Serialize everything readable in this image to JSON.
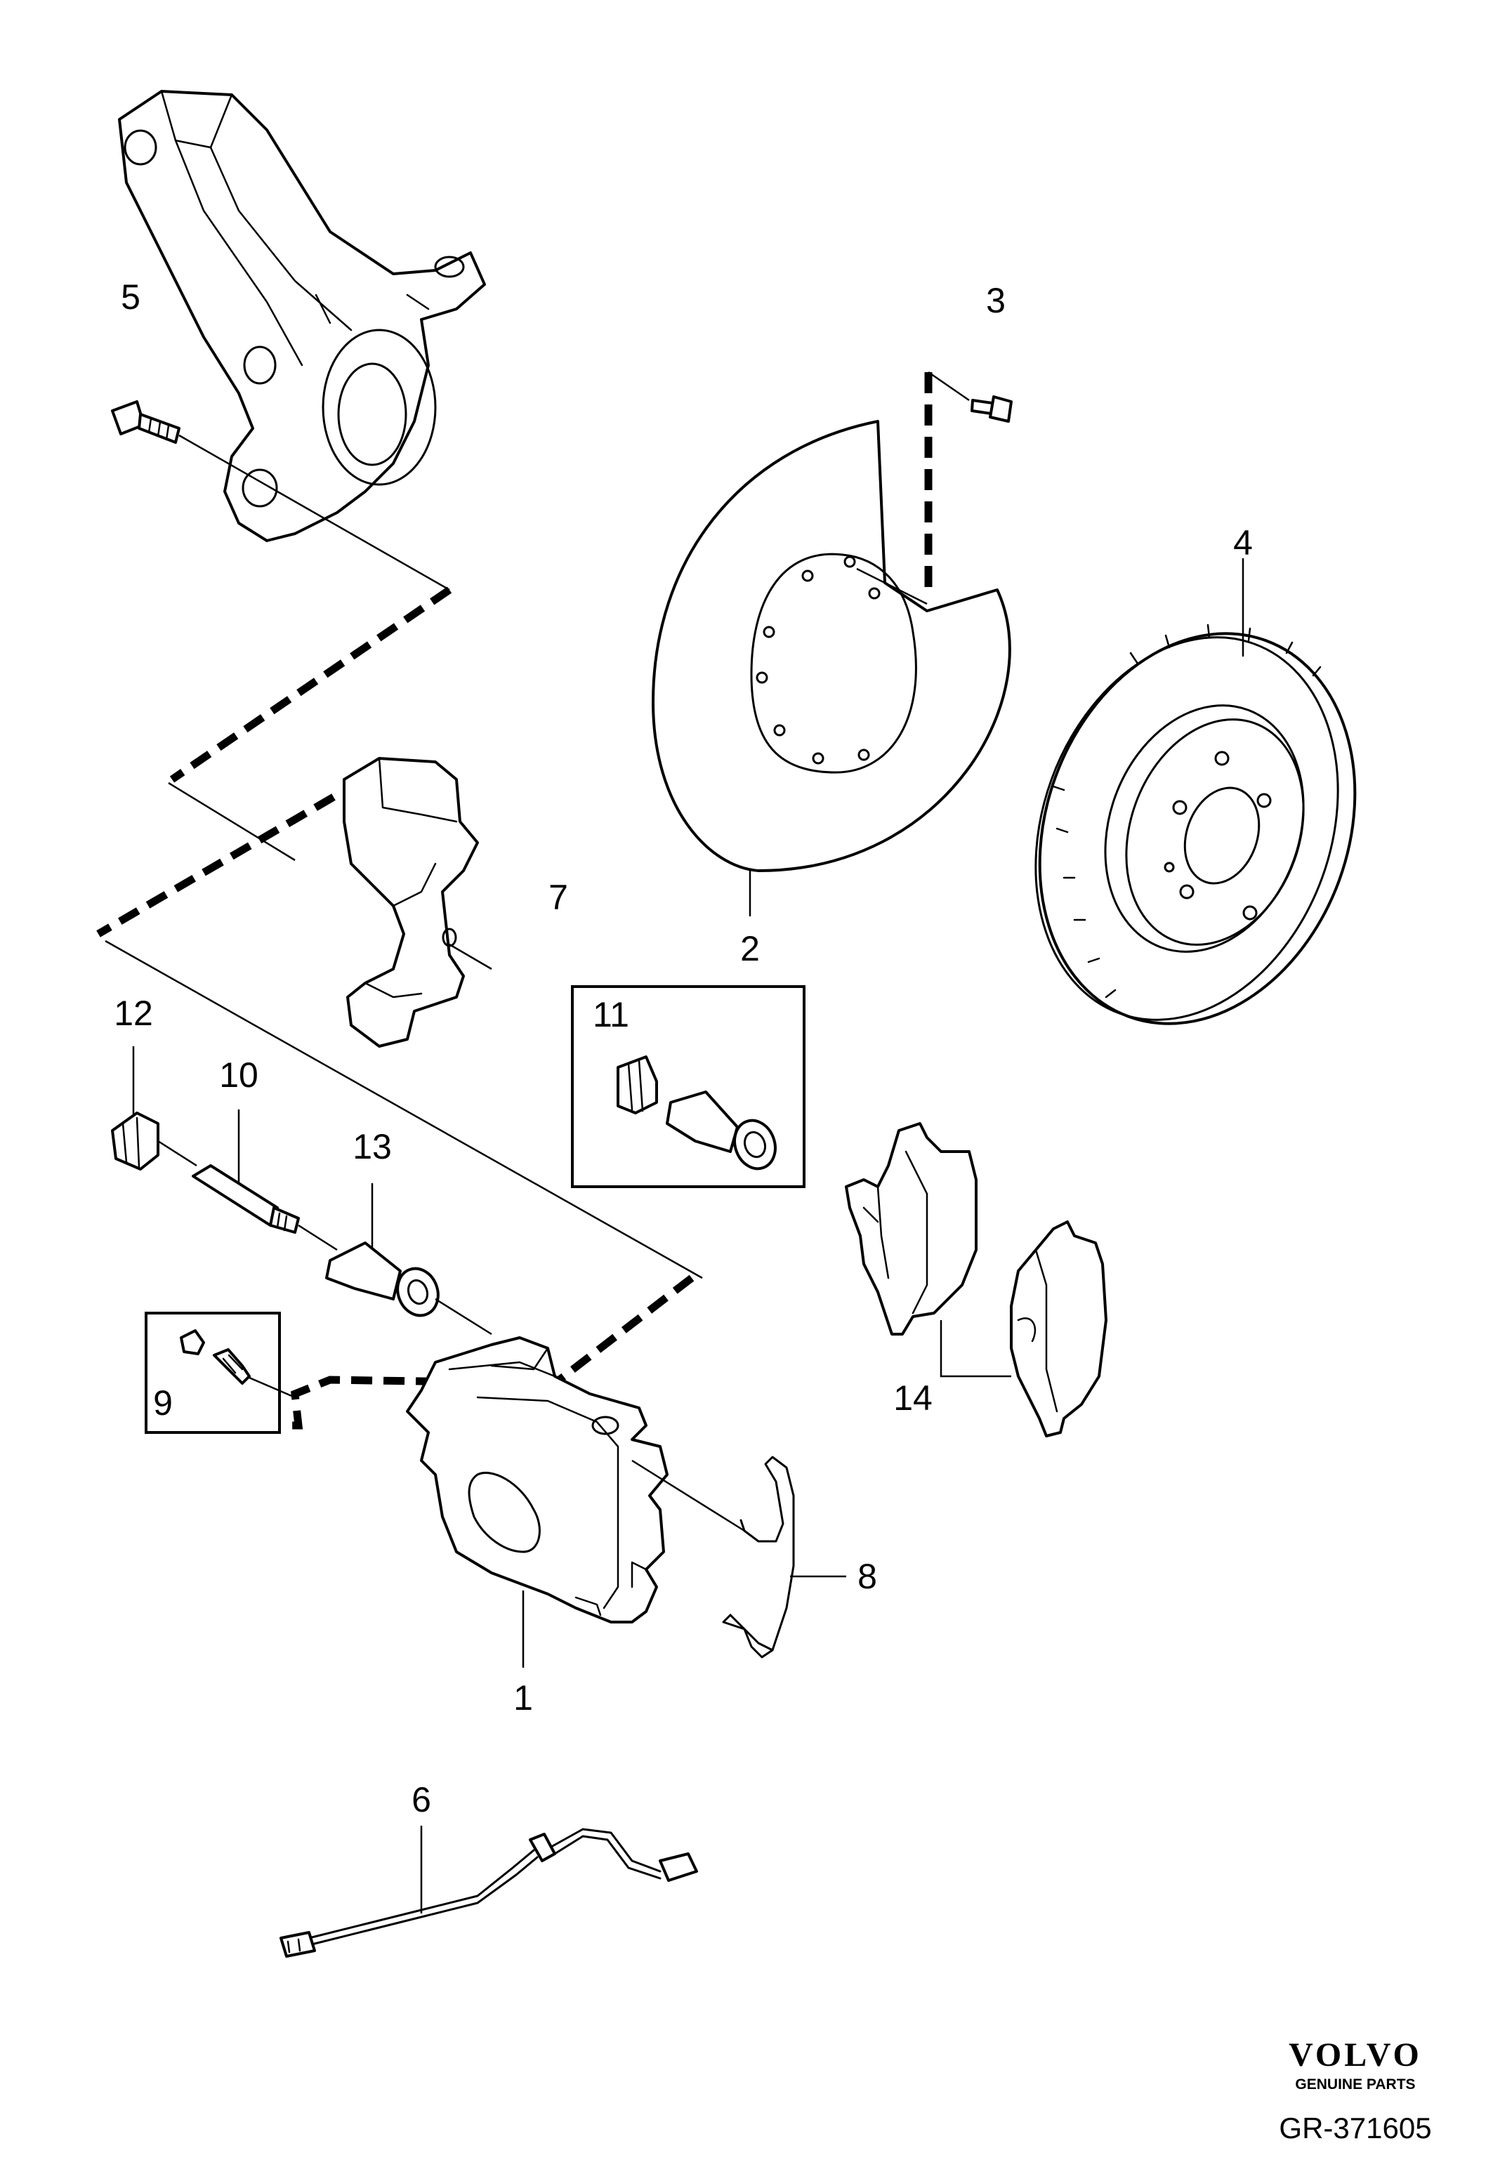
{
  "diagram": {
    "callouts": {
      "c1": "1",
      "c2": "2",
      "c3": "3",
      "c4": "4",
      "c5": "5",
      "c6": "6",
      "c7": "7",
      "c8": "8",
      "c9": "9",
      "c10": "10",
      "c11": "11",
      "c12": "12",
      "c13": "13",
      "c14": "14"
    },
    "brand": {
      "name": "VOLVO",
      "tagline": "GENUINE PARTS"
    },
    "reference": "GR-371605"
  }
}
